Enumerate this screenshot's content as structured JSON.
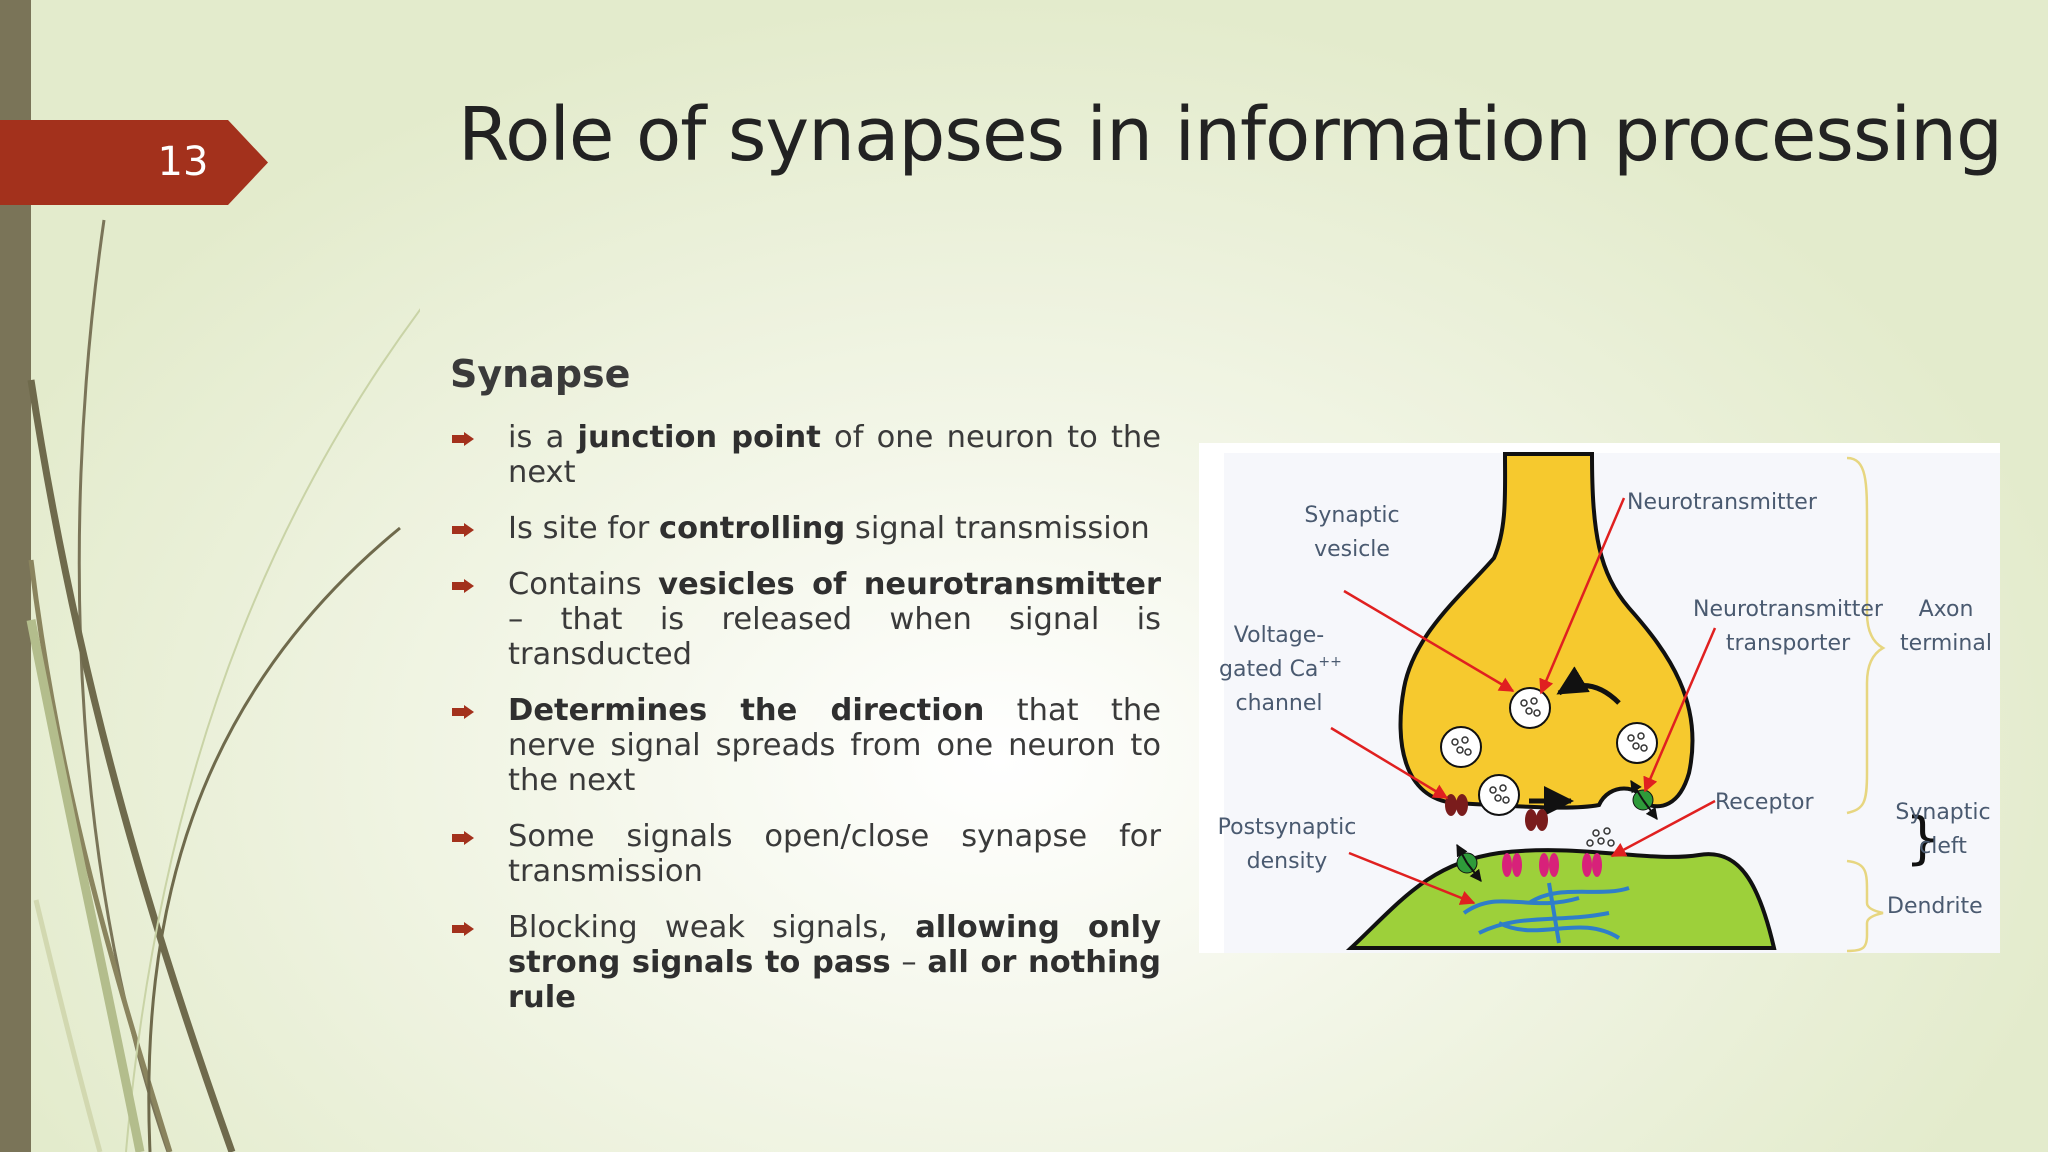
{
  "slide": {
    "number": "13",
    "title": "Role of synapses in information processing"
  },
  "content": {
    "heading": "Synapse",
    "bullets": [
      {
        "parts": [
          {
            "t": " is a "
          },
          {
            "t": "junction point",
            "b": true
          },
          {
            "t": " of one neuron to the next"
          }
        ]
      },
      {
        "parts": [
          {
            "t": "Is site for "
          },
          {
            "t": "controlling",
            "b": true
          },
          {
            "t": " signal transmission"
          }
        ]
      },
      {
        "parts": [
          {
            "t": "Contains "
          },
          {
            "t": "vesicles of neurotransmitter",
            "b": true
          },
          {
            "t": " – that is released when signal is transducted"
          }
        ]
      },
      {
        "parts": [
          {
            "t": "Determines the direction",
            "b": true
          },
          {
            "t": " that the nerve signal spreads from one neuron to the next"
          }
        ]
      },
      {
        "parts": [
          {
            "t": "Some signals open/close synapse for transmission"
          }
        ]
      },
      {
        "parts": [
          {
            "t": "Blocking weak signals, "
          },
          {
            "t": "allowing only strong signals to pass",
            "b": true
          },
          {
            "t": " – "
          },
          {
            "t": "all or nothing rule",
            "b": true,
            "green": true
          }
        ]
      }
    ]
  },
  "diagram": {
    "labels": {
      "synaptic_vesicle_1": "Synaptic",
      "synaptic_vesicle_2": "vesicle",
      "neurotransmitter": "Neurotransmitter",
      "voltage_1": "Voltage-",
      "voltage_2": "gated Ca",
      "voltage_sup": "++",
      "voltage_3": "channel",
      "transporter_1": "Neurotransmitter",
      "transporter_2": "transporter",
      "axon_1": "Axon",
      "axon_2": "terminal",
      "receptor": "Receptor",
      "cleft_1": "Synaptic",
      "cleft_2": "cleft",
      "psd_1": "Postsynaptic",
      "psd_2": "density",
      "dendrite": "Dendrite"
    }
  },
  "colors": {
    "tab": "#a3311c",
    "accent_green": "#8fb03a",
    "axon": "#f6c92e",
    "dendrite": "#9dd03a",
    "arrow": "#e02020"
  }
}
